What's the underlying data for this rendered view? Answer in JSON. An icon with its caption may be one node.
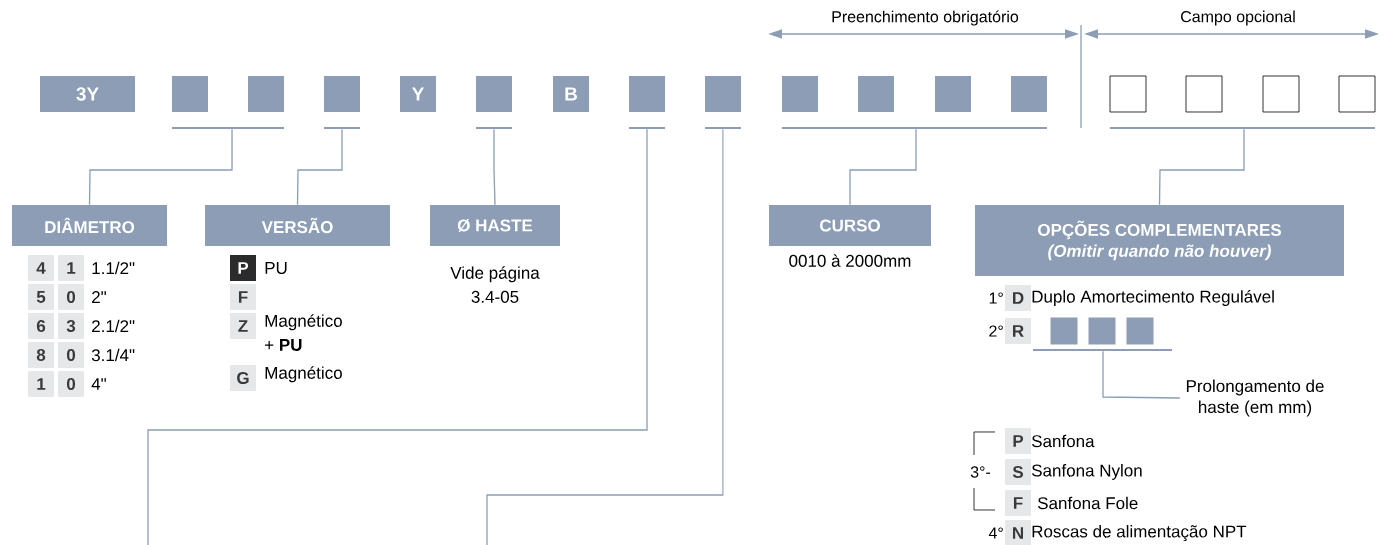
{
  "diagram": {
    "nodes": [
      {
        "text": [
          "3Y"
        ]
      },
      {
        "text": [],
        "shape": "box"
      },
      {
        "text": [],
        "shape": "box"
      },
      {
        "text": [],
        "shape": "box"
      },
      {
        "text": [
          "Y"
        ]
      },
      {
        "text": [],
        "shape": "box"
      },
      {
        "text": [
          "B"
        ]
      },
      {
        "text": [],
        "shape": "box"
      },
      {
        "text": [],
        "shape": "box"
      },
      {
        "text": [],
        "shape": "box"
      },
      {
        "text": [],
        "shape": "box"
      },
      {
        "text": [],
        "shape": "box"
      },
      {
        "text": [],
        "shape": "box"
      },
      {
        "text": [],
        "shape": "box"
      },
      {
        "text": [],
        "shape": "box"
      },
      {
        "text": [],
        "shape": "box"
      },
      {
        "text": [],
        "shape": "box"
      },
      {
        "text": [
          "DIÂMETRO"
        ]
      },
      {
        "text": [
          "VERSÃO"
        ]
      },
      {
        "text": [
          "Ø HASTE"
        ],
        "beside": [
          "Vide página 3.4-05"
        ]
      },
      {
        "text": [
          "CURSO"
        ],
        "beside": [
          "0010 à 2000mm"
        ]
      },
      {
        "text": [
          "OPÇÕES COMPLEMENTARES",
          "(Omitir quando não houver)"
        ]
      },
      {
        "text": [
          "4"
        ]
      },
      {
        "text": [
          "1"
        ],
        "beside": [
          "1.1/2\""
        ]
      },
      {
        "text": [
          "5"
        ]
      },
      {
        "text": [
          "0"
        ],
        "beside": [
          "2\""
        ]
      },
      {
        "text": [
          "6"
        ]
      },
      {
        "text": [
          "3"
        ],
        "beside": [
          "2.1/2\""
        ]
      },
      {
        "text": [
          "8"
        ]
      },
      {
        "text": [
          "0"
        ],
        "beside": [
          "3.1/4\""
        ]
      },
      {
        "text": [
          "1"
        ]
      },
      {
        "text": [
          "0"
        ],
        "beside": [
          "4\""
        ]
      },
      {
        "text": [
          "P"
        ],
        "beside": [
          "PU"
        ]
      },
      {
        "text": [
          "F"
        ]
      },
      {
        "text": [
          "Z"
        ],
        "beside": [
          "Magnético + **PU**"
        ]
      },
      {
        "text": [
          "G"
        ],
        "beside": [
          "Magnético"
        ]
      },
      {
        "text": [
          "D"
        ],
        "beside": [
          "Duplo Amortecimento Regulável"
        ]
      },
      {
        "text": [
          "R"
        ]
      },
      {
        "text": [],
        "shape": "box"
      },
      {
        "text": [],
        "shape": "box"
      },
      {
        "text": [],
        "shape": "box"
      },
      {
        "text": [
          "Prolongamento de haste (em mm)"
        ]
      },
      {
        "text": [
          "P"
        ],
        "beside": [
          "Sanfona"
        ]
      },
      {
        "text": [
          "S"
        ],
        "beside": [
          "Sanfona Nylon"
        ]
      },
      {
        "text": [
          "F"
        ],
        "beside": [
          "Sanfona Fole"
        ]
      },
      {
        "text": [
          "N"
        ],
        "beside": [
          "Roscas de alimentação NPT"
        ]
      },
      {
        "text": [],
        "shape": "bar"
      },
      {
        "text": [],
        "shape": "bar"
      },
      {
        "text": [],
        "shape": "bar"
      },
      {
        "text": [],
        "shape": "bar"
      },
      {
        "text": [],
        "shape": "bar"
      },
      {
        "text": [],
        "shape": "bar"
      },
      {
        "text": [],
        "shape": "bar"
      },
      {
        "text": [],
        "shape": "bar"
      }
    ],
    "edges": [
      {
        "from": 46,
        "to": 17,
        "arrow": "none"
      },
      {
        "from": 47,
        "to": 18,
        "arrow": "none"
      },
      {
        "from": 48,
        "to": 19,
        "arrow": "none"
      },
      {
        "from": 49,
        "to": null,
        "arrow": "none"
      },
      {
        "from": 50,
        "to": null,
        "arrow": "none"
      },
      {
        "from": 51,
        "to": 20,
        "arrow": "none"
      },
      {
        "from": 52,
        "to": 21,
        "arrow": "none"
      },
      {
        "from": 53,
        "to": 41,
        "arrow": "none"
      }
    ],
    "labels": [
      "Preenchimento obrigatório",
      "Campo opcional",
      "1°",
      "2°",
      "3°-",
      "4°"
    ]
  }
}
